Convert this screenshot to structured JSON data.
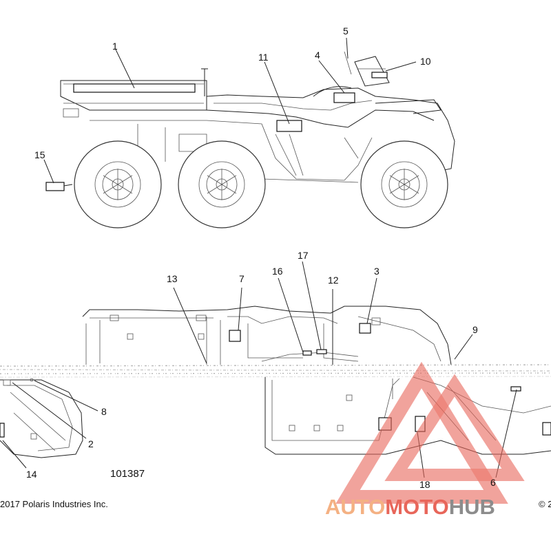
{
  "diagram": {
    "callouts": [
      "1",
      "5",
      "10",
      "11",
      "4",
      "15",
      "17",
      "16",
      "12",
      "3",
      "13",
      "7",
      "9",
      "8",
      "2",
      "14",
      "18",
      "6"
    ],
    "drawing_number": "101387",
    "copyright": "2017 Polaris Industries Inc.",
    "copyright_cut": "© 2",
    "watermark": {
      "part1": "AUTO",
      "part2": "MOTO",
      "part3": "HUB",
      "color_light": "#f4b183",
      "color_red": "#e8665a",
      "color_gray": "#8c8c8c"
    }
  }
}
